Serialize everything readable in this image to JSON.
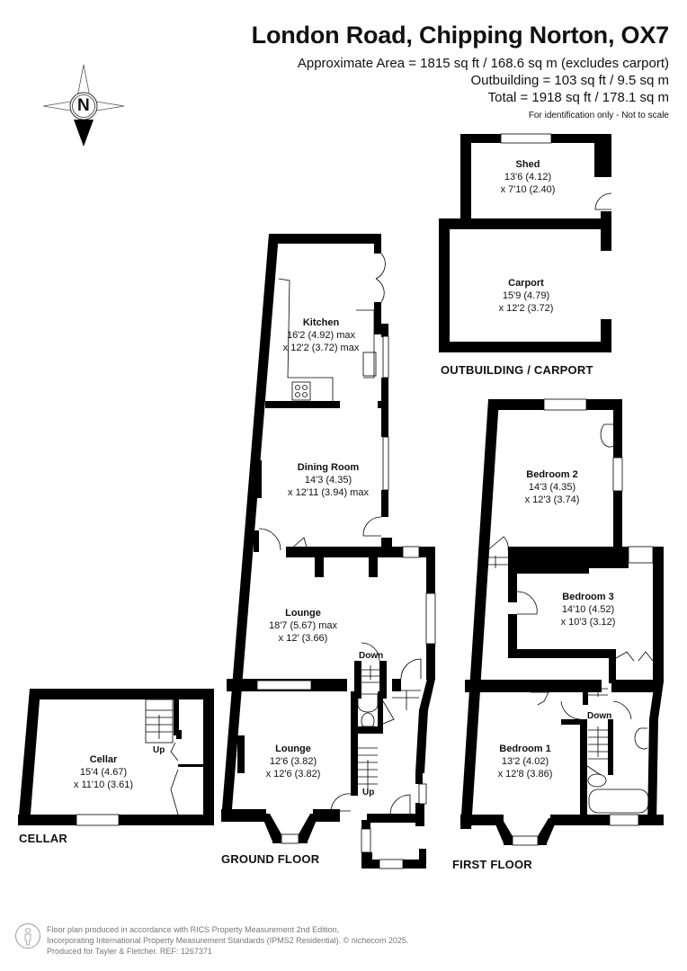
{
  "header": {
    "title": "London Road, Chipping Norton, OX7",
    "area_lines": [
      "Approximate Area = 1815 sq ft / 168.6 sq m (excludes carport)",
      "Outbuilding = 103 sq ft / 9.5 sq m",
      "Total = 1918 sq ft / 178.1 sq m"
    ],
    "disclaimer": "For identification only - Not to scale"
  },
  "compass": {
    "icon": "compass-north-icon",
    "label": "N"
  },
  "floors": {
    "outbuilding": "OUTBUILDING / CARPORT",
    "ground": "GROUND FLOOR",
    "first": "FIRST FLOOR",
    "cellar": "CELLAR"
  },
  "rooms": {
    "shed": {
      "name": "Shed",
      "dim1": "13'6 (4.12)",
      "dim2": "x 7'10 (2.40)"
    },
    "carport": {
      "name": "Carport",
      "dim1": "15'9 (4.79)",
      "dim2": "x 12'2 (3.72)"
    },
    "kitchen": {
      "name": "Kitchen",
      "dim1": "16'2 (4.92) max",
      "dim2": "x 12'2 (3.72) max"
    },
    "dining": {
      "name": "Dining Room",
      "dim1": "14'3 (4.35)",
      "dim2": "x 12'11 (3.94) max"
    },
    "lounge1": {
      "name": "Lounge",
      "dim1": "18'7 (5.67) max",
      "dim2": "x 12' (3.66)"
    },
    "lounge2": {
      "name": "Lounge",
      "dim1": "12'6 (3.82)",
      "dim2": "x 12'6 (3.82)"
    },
    "cellar": {
      "name": "Cellar",
      "dim1": "15'4 (4.67)",
      "dim2": "x 11'10 (3.61)"
    },
    "bedroom2": {
      "name": "Bedroom 2",
      "dim1": "14'3 (4.35)",
      "dim2": "x 12'3 (3.74)"
    },
    "bedroom3": {
      "name": "Bedroom 3",
      "dim1": "14'10 (4.52)",
      "dim2": "x 10'3 (3.12)"
    },
    "bedroom1": {
      "name": "Bedroom 1",
      "dim1": "13'2 (4.02)",
      "dim2": "x 12'8 (3.86)"
    }
  },
  "stair_labels": {
    "ground_down": "Down",
    "ground_up": "Up",
    "cellar_up": "Up",
    "first_down": "Down"
  },
  "footer": {
    "line1": "Floor plan produced in accordance with RICS Property Measurement 2nd Edition,",
    "line2": "Incorporating International Property Measurement Standards (IPMS2 Residential).   © nichecom 2025.",
    "line3": "Produced for Tayler & Fletcher.   REF:    1267371"
  }
}
